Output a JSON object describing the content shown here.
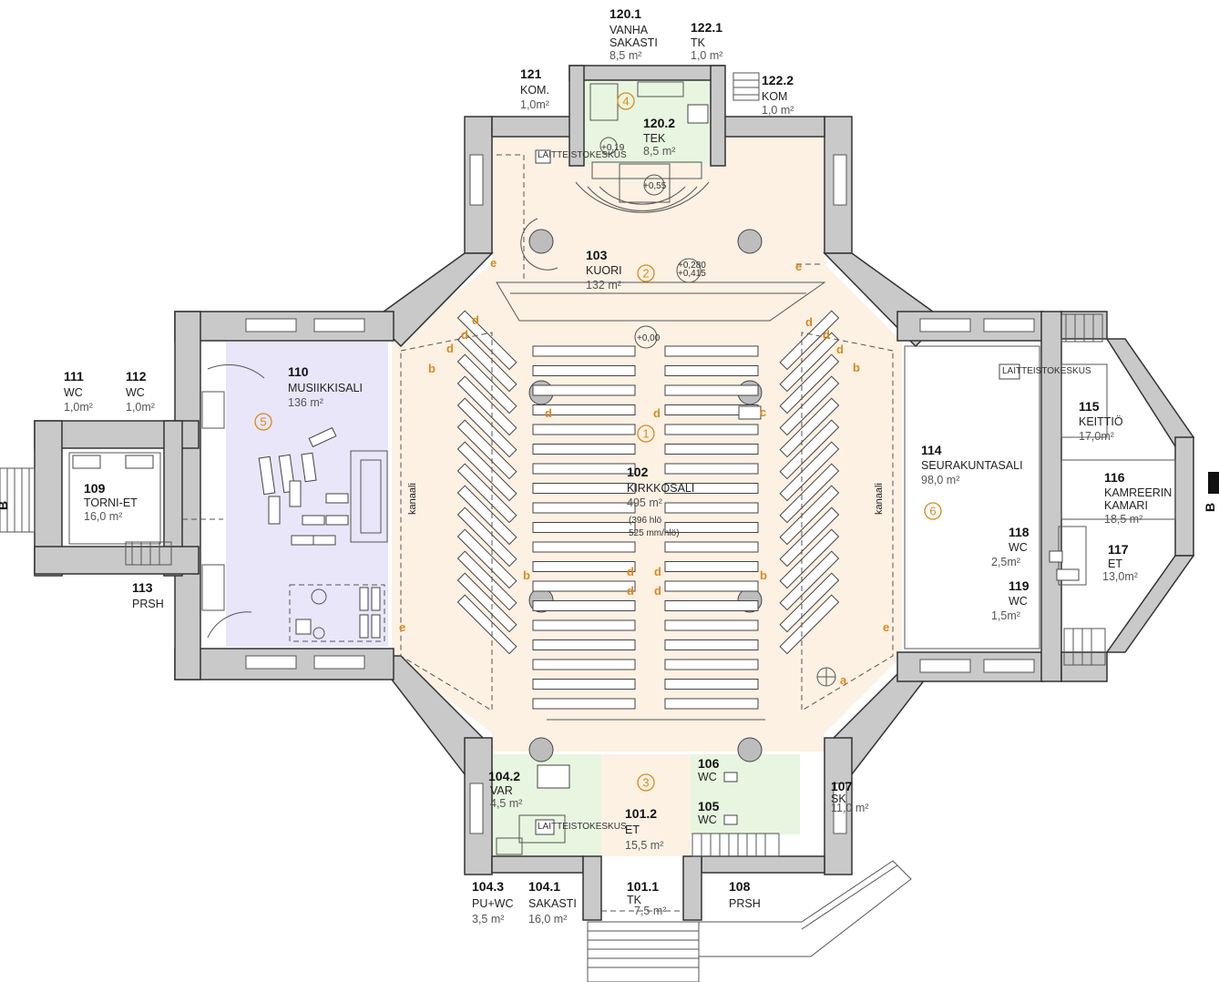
{
  "rooms": {
    "r101_1": {
      "number": "101.1",
      "name": "TK",
      "area": "7,5 m²"
    },
    "r101_2": {
      "number": "101.2",
      "name": "ET",
      "area": "15,5 m²"
    },
    "r102": {
      "number": "102",
      "name": "KIRKKOSALI",
      "area": "495 m²",
      "note1": "(396 hlö",
      "note2": "525 mm/hlö)"
    },
    "r103": {
      "number": "103",
      "name": "KUORI",
      "area": "132 m²"
    },
    "r104_1": {
      "number": "104.1",
      "name": "SAKASTI",
      "area": "16,0 m²"
    },
    "r104_2": {
      "number": "104.2",
      "name": "VAR",
      "area": "4,5 m²"
    },
    "r104_3": {
      "number": "104.3",
      "name": "PU+WC",
      "area": "3,5 m²"
    },
    "r105": {
      "number": "105",
      "name": "WC"
    },
    "r106": {
      "number": "106",
      "name": "WC"
    },
    "r107": {
      "number": "107",
      "name": "SK",
      "area": "11,0 m²"
    },
    "r108": {
      "number": "108",
      "name": "PRSH"
    },
    "r109": {
      "number": "109",
      "name": "TORNI-ET",
      "area": "16,0 m²"
    },
    "r110": {
      "number": "110",
      "name": "MUSIIKKISALI",
      "area": "136 m²"
    },
    "r111": {
      "number": "111",
      "name": "WC",
      "area": "1,0m²"
    },
    "r112": {
      "number": "112",
      "name": "WC",
      "area": "1,0m²"
    },
    "r113": {
      "number": "113",
      "name": "PRSH"
    },
    "r114": {
      "number": "114",
      "name": "SEURAKUNTASALI",
      "area": "98,0 m²"
    },
    "r115": {
      "number": "115",
      "name": "KEITTIÖ",
      "area": "17,0m²"
    },
    "r116": {
      "number": "116",
      "name1": "KAMREERIN",
      "name2": "KAMARI",
      "area": "18,5 m²"
    },
    "r117": {
      "number": "117",
      "name": "ET",
      "area": "13,0m²"
    },
    "r118": {
      "number": "118",
      "name": "WC",
      "area": "2,5m²"
    },
    "r119": {
      "number": "119",
      "name": "WC",
      "area": "1,5m²"
    },
    "r120_1": {
      "number": "120.1",
      "name1": "VANHA",
      "name2": "SAKASTI",
      "area": "8,5 m²"
    },
    "r120_2": {
      "number": "120.2",
      "name": "TEK",
      "area": "8,5 m²"
    },
    "r121": {
      "number": "121",
      "name": "KOM.",
      "area": "1,0m²"
    },
    "r122_1": {
      "number": "122.1",
      "name": "TK",
      "area": "1,0 m²"
    },
    "r122_2": {
      "number": "122.2",
      "name": "KOM",
      "area": "1,0 m²"
    }
  },
  "zones": [
    "1",
    "2",
    "3",
    "4",
    "5",
    "6"
  ],
  "markers": {
    "a": "a",
    "b": "b",
    "c": "c",
    "d": "d",
    "e": "e"
  },
  "labels": {
    "kanaali": "kanaali",
    "section_mark": "B",
    "level_floor": "+0,00",
    "level_altar": "+0,55",
    "level_choir1": "+0,280",
    "level_choir2": "+0,415",
    "level_sacristy": "+0,19",
    "equip_tag": "LAITTEISTOKESKUS"
  },
  "colors": {
    "church_floor": "#fdf1e4",
    "music_room": "#e8e6f8",
    "service_rooms": "#e8f5e0",
    "wall": "#c9c9c9",
    "accent": "#d98a1c"
  }
}
